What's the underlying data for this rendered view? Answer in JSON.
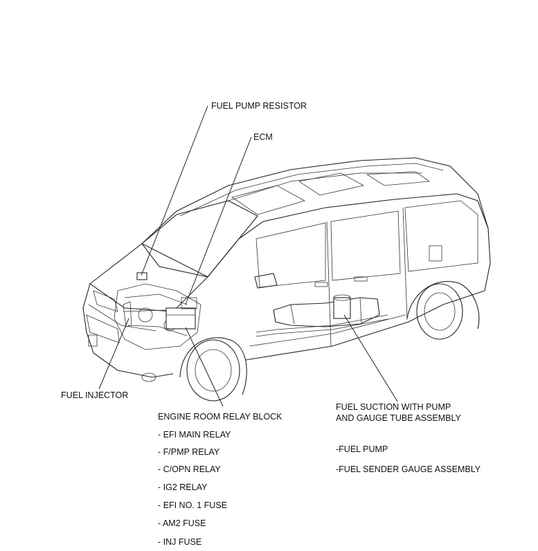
{
  "callouts": {
    "fuel_pump_resistor": "FUEL PUMP RESISTOR",
    "ecm": "ECM",
    "fuel_injector": "FUEL INJECTOR",
    "relay_block_title": "ENGINE ROOM RELAY BLOCK",
    "relay_block_items": [
      "- EFI MAIN RELAY",
      "- F/PMP RELAY",
      "- C/OPN RELAY",
      "- IG2 RELAY",
      "- EFI NO. 1 FUSE",
      "- AM2 FUSE",
      "- INJ FUSE"
    ],
    "fuel_suction_line1": "FUEL SUCTION WITH PUMP",
    "fuel_suction_line2": "AND GAUGE TUBE ASSEMBLY",
    "fuel_suction_items": [
      "-FUEL PUMP",
      "-FUEL SENDER GAUGE ASSEMBLY"
    ]
  }
}
